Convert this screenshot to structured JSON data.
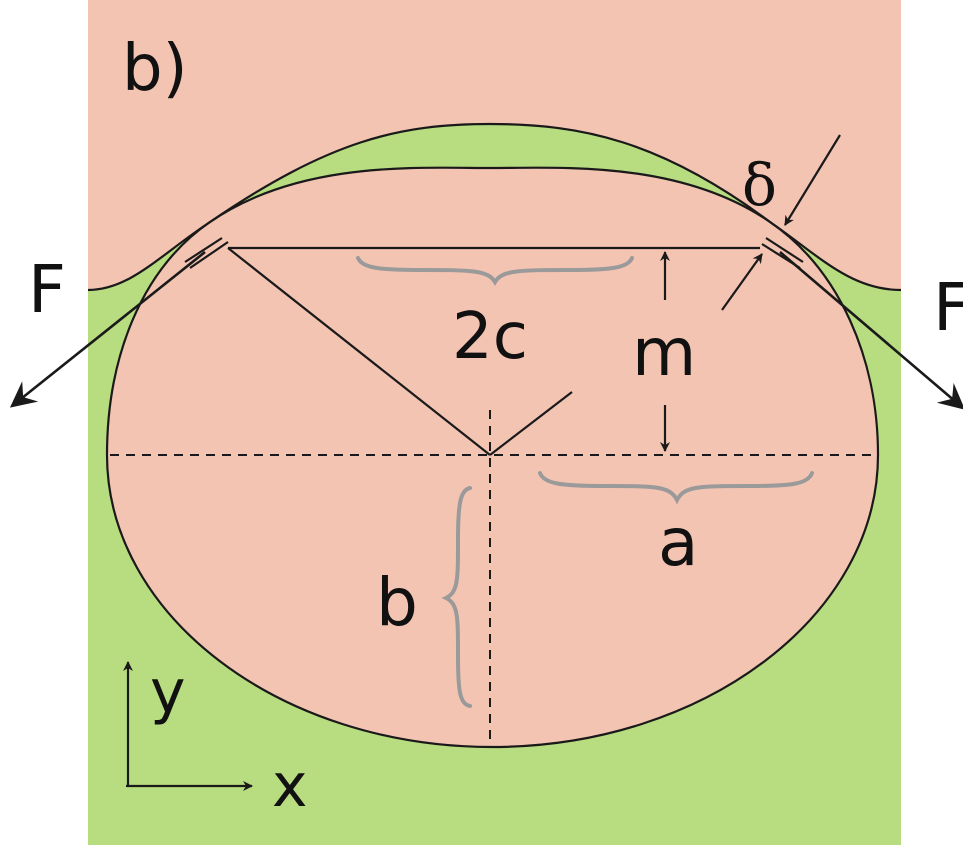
{
  "labels": {
    "panel": "b)",
    "force_left": "F",
    "force_right": "F",
    "delta": "δ",
    "two_c": "2c",
    "m": "m",
    "a": "a",
    "b": "b",
    "y_axis": "y",
    "x_axis": "x"
  },
  "colors": {
    "upper_material": "#f4c4b3",
    "lower_material": "#b8dc80",
    "inclusion": "#f4c4b3",
    "line": "#1a1a1a",
    "brace": "#9a9a9a"
  }
}
